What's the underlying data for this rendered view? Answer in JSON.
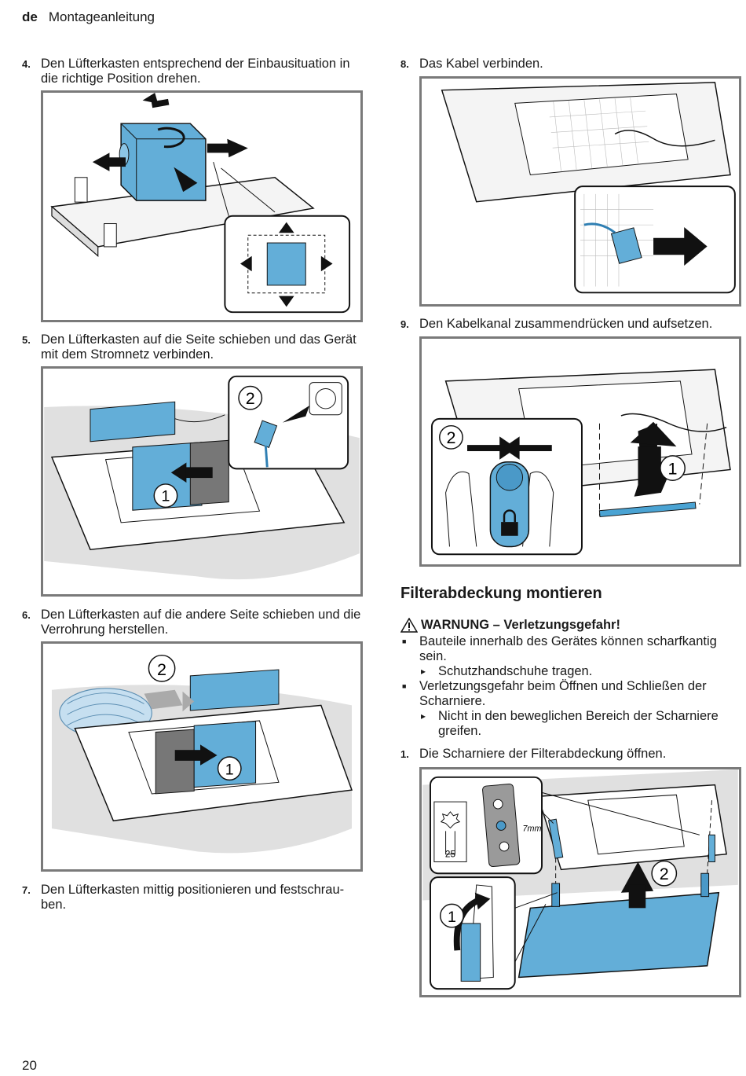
{
  "header": {
    "lang": "de",
    "title": "Montageanleitung"
  },
  "page_number": "20",
  "steps": [
    {
      "n": "4.",
      "text": "Den Lüfterkasten entsprechend der Einbausituation in die richtige Position drehen."
    },
    {
      "n": "5.",
      "text": "Den Lüfterkasten auf die Seite schieben und das Gerät mit dem Stromnetz verbinden."
    },
    {
      "n": "6.",
      "text": "Den Lüfterkasten auf die andere Seite schieben und die Verrohrung herstellen."
    },
    {
      "n": "7.",
      "text": "Den Lüfterkasten mittig positionieren und festschrau- ben."
    },
    {
      "n": "8.",
      "text": "Das Kabel verbinden."
    },
    {
      "n": "9.",
      "text": "Den Kabelkanal zusammendrücken und aufsetzen."
    }
  ],
  "section": {
    "title": "Filterabdeckung montieren",
    "warning_title": "WARNUNG – Verletzungsgefahr!",
    "bullets": [
      {
        "type": "b",
        "text": "Bauteile innerhalb des Gerätes können scharfkantig sein."
      },
      {
        "type": "a",
        "text": "Schutzhandschuhe tragen."
      },
      {
        "type": "b",
        "text": "Verletzungsgefahr beim Öffnen und Schließen der Scharniere."
      },
      {
        "type": "a",
        "text": "Nicht in den beweglichen Bereich der Scharniere greifen."
      }
    ],
    "step1": {
      "n": "1.",
      "text": "Die Scharniere der Filterabdeckung öffnen."
    }
  },
  "figure_labels": {
    "one": "1",
    "two": "2",
    "screw_size": "7mm",
    "torx_size": "25"
  },
  "colors": {
    "accent_blue": "#63aed8",
    "frame": "#7a7a7a",
    "arrow": "#111111",
    "gray_fill": "#dcdcdc"
  }
}
